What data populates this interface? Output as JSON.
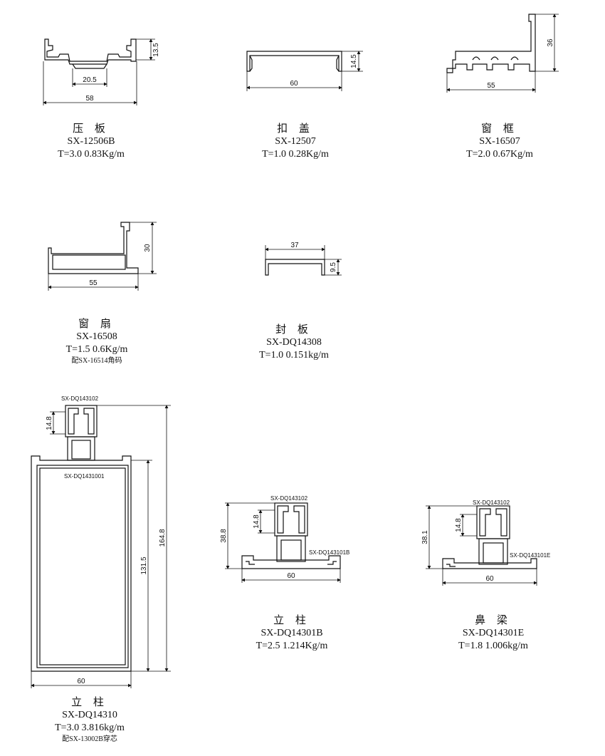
{
  "profiles": [
    {
      "id": "p1",
      "name": "压 板",
      "code": "SX-12506B",
      "weight": "T=3.0 0.83Kg/m",
      "dims": {
        "a": "13.5",
        "b": "20.5",
        "c": "58"
      }
    },
    {
      "id": "p2",
      "name": "扣 盖",
      "code": "SX-12507",
      "weight": "T=1.0 0.28Kg/m",
      "dims": {
        "a": "14.5",
        "c": "60"
      }
    },
    {
      "id": "p3",
      "name": "窗 框",
      "code": "SX-16507",
      "weight": "T=2.0 0.67Kg/m",
      "dims": {
        "a": "36",
        "c": "55"
      }
    },
    {
      "id": "p4",
      "name": "窗 扇",
      "code": "SX-16508",
      "weight": "T=1.5 0.6Kg/m",
      "note": "配SX-16514角码",
      "dims": {
        "a": "30",
        "c": "55"
      }
    },
    {
      "id": "p5",
      "name": "封 板",
      "code": "SX-DQ14308",
      "weight": "T=1.0 0.151kg/m",
      "dims": {
        "a": "9.5",
        "c": "37"
      }
    },
    {
      "id": "p6",
      "name": "立 柱",
      "code": "SX-DQ14310",
      "weight": "T=3.0 3.816kg/m",
      "note": "配SX-13002B穿芯",
      "parts": {
        "top": "SX-DQ143102",
        "main": "SX-DQ1431001"
      },
      "dims": {
        "a": "14.8",
        "b": "131.5",
        "h": "164.8",
        "c": "60"
      }
    },
    {
      "id": "p7",
      "name": "立 柱",
      "code": "SX-DQ14301B",
      "weight": "T=2.5 1.214Kg/m",
      "parts": {
        "top": "SX-DQ143102",
        "base": "SX-DQ143101B"
      },
      "dims": {
        "a": "14.8",
        "h": "38.8",
        "c": "60"
      }
    },
    {
      "id": "p8",
      "name": "鼻 梁",
      "code": "SX-DQ14301E",
      "weight": "T=1.8 1.006kg/m",
      "parts": {
        "top": "SX-DQ143102",
        "base": "SX-DQ143101E"
      },
      "dims": {
        "a": "14.8",
        "h": "38.1",
        "c": "60"
      }
    }
  ]
}
